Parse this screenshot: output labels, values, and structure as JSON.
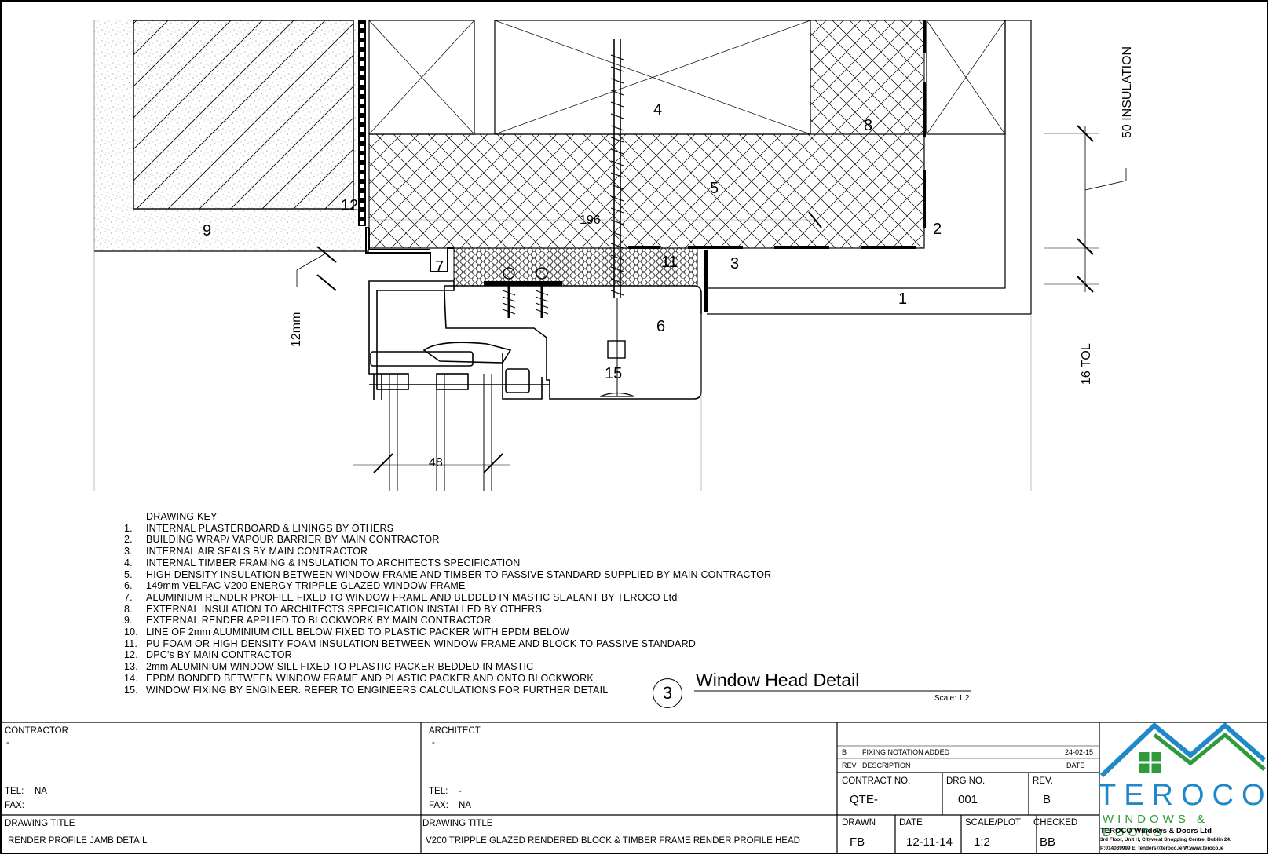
{
  "callouts": {
    "c1": "1",
    "c2": "2",
    "c3": "3",
    "c4": "4",
    "c5": "5",
    "c6": "6",
    "c7": "7",
    "c8": "8",
    "c9": "9",
    "c11": "11",
    "c12": "12",
    "c15": "15"
  },
  "dimensions": {
    "d196": "196",
    "d48": "48",
    "d12mm": "12mm",
    "insulation": "50 INSULATION",
    "tol": "16 TOL"
  },
  "key": {
    "title": "DRAWING KEY",
    "items": [
      {
        "n": "1.",
        "t": "INTERNAL PLASTERBOARD &  LININGS BY OTHERS"
      },
      {
        "n": "2.",
        "t": "BUILDING WRAP/ VAPOUR BARRIER BY MAIN CONTRACTOR"
      },
      {
        "n": "3.",
        "t": "INTERNAL AIR SEALS BY MAIN CONTRACTOR"
      },
      {
        "n": "4.",
        "t": "INTERNAL TIMBER FRAMING & INSULATION TO ARCHITECTS SPECIFICATION"
      },
      {
        "n": "5.",
        "t": "HIGH DENSITY INSULATION BETWEEN WINDOW FRAME AND TIMBER TO PASSIVE STANDARD SUPPLIED BY MAIN CONTRACTOR"
      },
      {
        "n": "6.",
        "t": "149mm VELFAC V200 ENERGY TRIPPLE GLAZED WINDOW FRAME"
      },
      {
        "n": "7.",
        "t": " ALUMINIUM RENDER PROFILE FIXED TO WINDOW FRAME AND BEDDED IN MASTIC SEALANT BY TEROCO Ltd"
      },
      {
        "n": "8.",
        "t": "EXTERNAL INSULATION TO ARCHITECTS SPECIFICATION INSTALLED BY OTHERS"
      },
      {
        "n": "9.",
        "t": "EXTERNAL RENDER APPLIED TO BLOCKWORK BY MAIN CONTRACTOR"
      },
      {
        "n": "10.",
        "t": "LINE OF 2mm ALUMINIUM CILL BELOW FIXED TO PLASTIC PACKER WITH EPDM BELOW"
      },
      {
        "n": "11.",
        "t": "PU FOAM OR HIGH DENSITY FOAM INSULATION BETWEEN WINDOW FRAME AND BLOCK TO PASSIVE STANDARD"
      },
      {
        "n": "12.",
        "t": "DPC's BY MAIN CONTRACTOR"
      },
      {
        "n": "13.",
        "t": "2mm ALUMINIUM WINDOW SILL FIXED TO PLASTIC PACKER BEDDED IN MASTIC"
      },
      {
        "n": "14.",
        "t": "EPDM BONDED BETWEEN WINDOW FRAME AND PLASTIC PACKER AND ONTO BLOCKWORK"
      },
      {
        "n": "15.",
        "t": "WINDOW FIXING BY ENGINEER. REFER TO ENGINEERS CALCULATIONS FOR FURTHER DETAIL"
      }
    ]
  },
  "detail": {
    "number": "3",
    "title": "Window Head Detail",
    "scale": "Scale: 1:2"
  },
  "titleblock": {
    "contractor_label": "CONTRACTOR",
    "contractor_value": "-",
    "architect_label": "ARCHITECT",
    "architect_value": "-",
    "tel_label": "TEL:",
    "tel_contractor": "NA",
    "fax_label": "FAX:",
    "tel_architect": "-",
    "fax_architect": "NA",
    "rev_b": "B",
    "rev_b_desc": "FIXING NOTATION ADDED",
    "rev_b_date": "24-02-15",
    "rev_head": "REV",
    "desc_head": "DESCRIPTION",
    "date_head": "DATE",
    "contract_label": "CONTRACT NO.",
    "contract_value": "QTE-",
    "drg_label": "DRG NO.",
    "drg_value": "001",
    "rev_label": "REV.",
    "rev_value": "B",
    "title1_label": "DRAWING TITLE",
    "title1_value": "RENDER PROFILE JAMB DETAIL",
    "title2_label": "DRAWING TITLE",
    "title2_value": "V200 TRIPPLE GLAZED RENDERED BLOCK & TIMBER FRAME RENDER PROFILE HEAD",
    "drawn_label": "DRAWN",
    "drawn_value": "FB",
    "date_label": "DATE",
    "date_value": "12-11-14",
    "scale_label": "SCALE/PLOT",
    "scale_value": "1:2",
    "checked_label": "CHECKED",
    "checked_value": "BB"
  },
  "logo": {
    "name": "TEROCO",
    "sub": "WINDOWS & DOORS",
    "company": "TEROCO Windows & Doors Ltd",
    "address": "3rd Floor, Unit H, Citywest Shopping Centre, Dublin 24.",
    "contact": "P:014039999   E: tenders@teroco.ie W:www.teroco.ie",
    "colors": {
      "blue": "#1f88c8",
      "green": "#2f9a3a"
    }
  }
}
